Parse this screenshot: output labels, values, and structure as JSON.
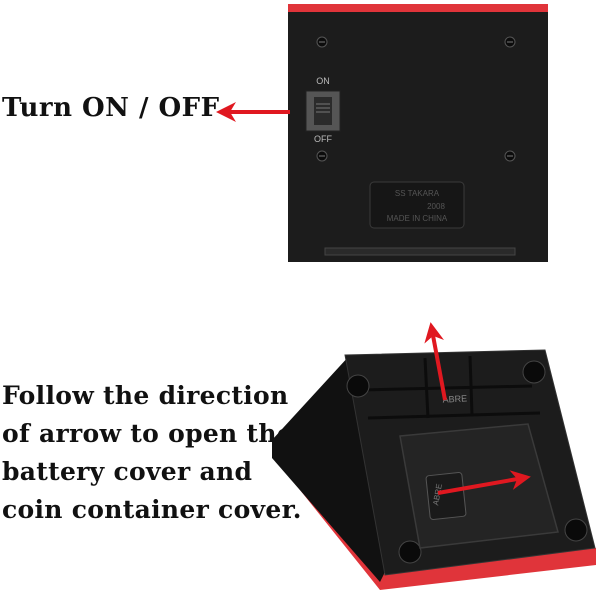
{
  "captions": {
    "power_instruction": "Turn ON / OFF",
    "cover_instruction_lines": [
      "Follow the direction",
      "of arrow to open the",
      "battery cover and",
      "coin container cover."
    ]
  },
  "device": {
    "switch_label_on": "ON",
    "switch_label_off": "OFF",
    "plate_lines": [
      "SS TAKARA",
      "2008",
      "MADE IN CHINA"
    ],
    "tab_label": "ABRE"
  },
  "colors": {
    "accent_red": "#e0343a",
    "arrow_red": "#e01820",
    "body_black": "#1c1c1c"
  }
}
